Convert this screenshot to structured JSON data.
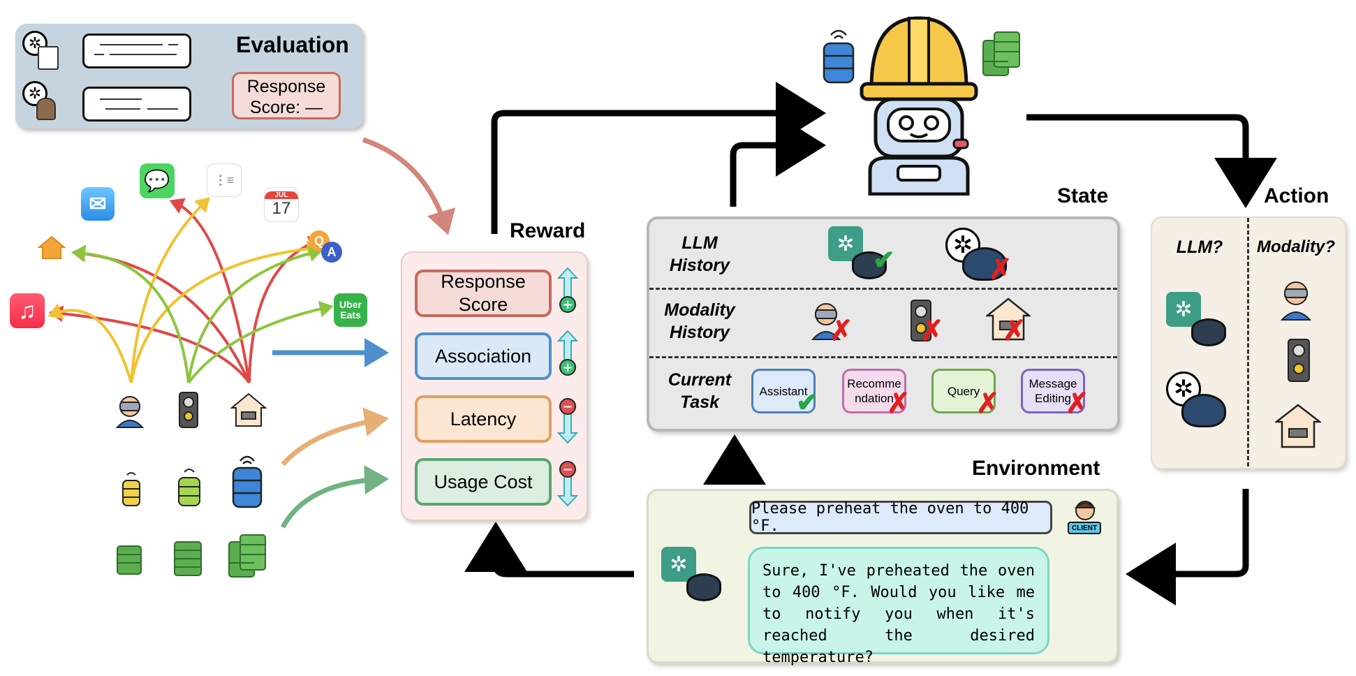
{
  "evaluation": {
    "title": "Evaluation",
    "score_box": "Response Score: —"
  },
  "reward": {
    "title": "Reward",
    "items": [
      {
        "label": "Response Score",
        "fill": "#f5dcd8",
        "stroke": "#c8695b",
        "sign": "+",
        "color": "#3dbf73"
      },
      {
        "label": "Association",
        "fill": "#dbe9f7",
        "stroke": "#4f90cc",
        "sign": "+",
        "color": "#3dbf73"
      },
      {
        "label": "Latency",
        "fill": "#fbe6d2",
        "stroke": "#e3a05f",
        "sign": "−",
        "color": "#e05050"
      },
      {
        "label": "Usage Cost",
        "fill": "#dceee0",
        "stroke": "#5aa56e",
        "sign": "−",
        "color": "#e05050"
      }
    ]
  },
  "state": {
    "title": "State",
    "rows": [
      {
        "label": "LLM History"
      },
      {
        "label": "Modality History"
      },
      {
        "label": "Current Task"
      }
    ],
    "tasks": [
      {
        "label": "Assistant",
        "fill": "#dceafa",
        "stroke": "#4d7fb8",
        "result": "check"
      },
      {
        "label": "Recomme ndation",
        "fill": "#f4dcec",
        "stroke": "#c06aa8",
        "result": "cross"
      },
      {
        "label": "Query",
        "fill": "#e4f3d8",
        "stroke": "#6ea84a",
        "result": "cross"
      },
      {
        "label": "Message Editing",
        "fill": "#e6e0f6",
        "stroke": "#7d63c0",
        "result": "cross"
      }
    ]
  },
  "action": {
    "title": "Action",
    "col1": "LLM?",
    "col2": "Modality?"
  },
  "environment": {
    "title": "Environment",
    "user_msg": "Please preheat the oven to 400 °F.",
    "assistant_msg": "Sure, I've preheated the oven to 400 °F. Would you like me to notify you when it's reached the desired temperature?",
    "client_badge": "CLIENT"
  },
  "apps": {
    "uber": "Uber Eats",
    "calendar_month": "JUL",
    "calendar_day": "17"
  }
}
